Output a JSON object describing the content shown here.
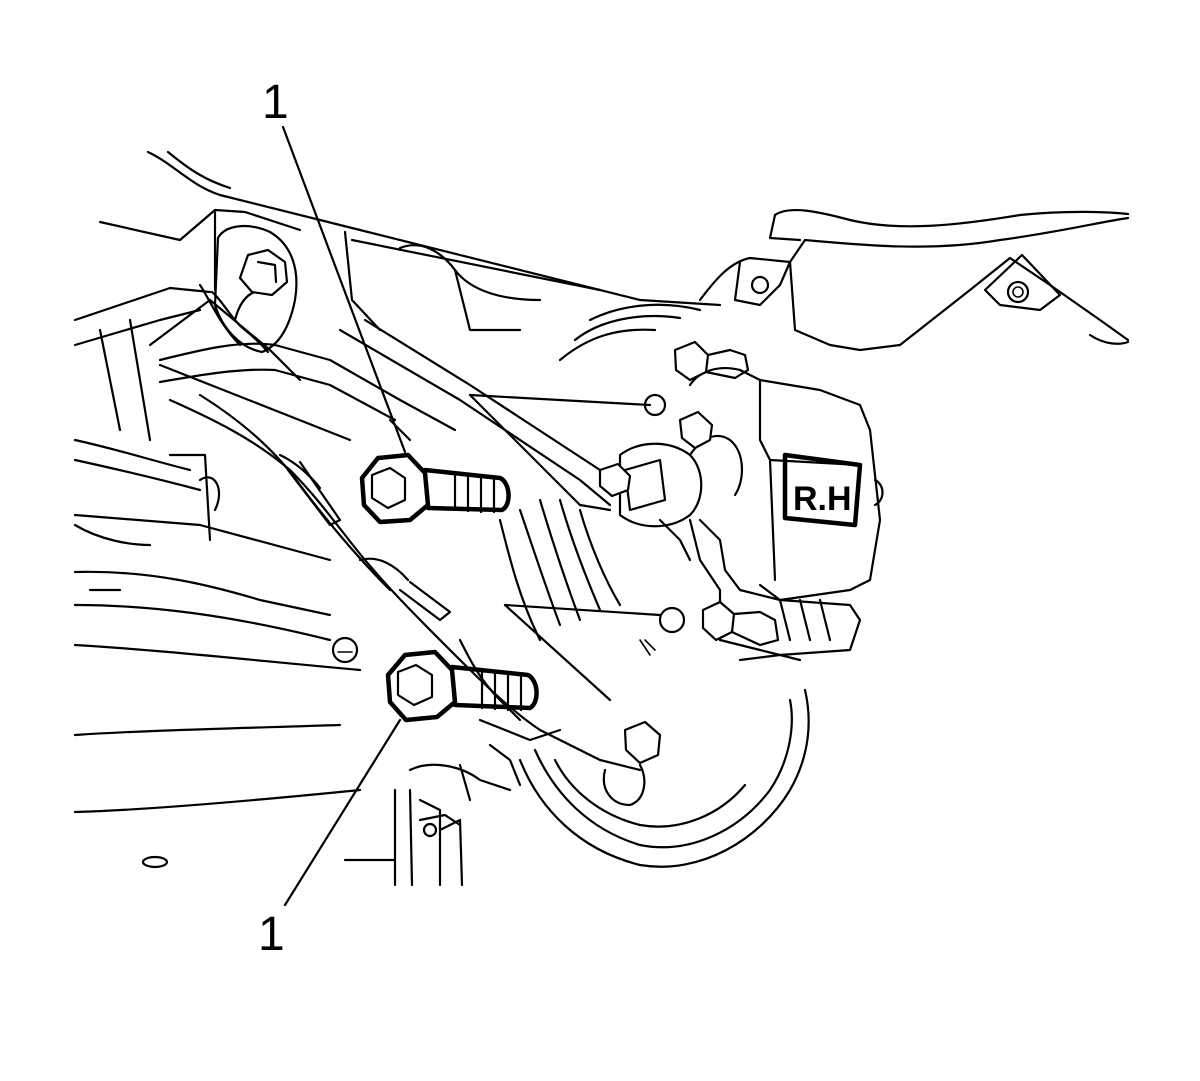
{
  "callouts": [
    {
      "id": "callout-top",
      "label": "1"
    },
    {
      "id": "callout-bottom",
      "label": "1"
    }
  ],
  "caliper_marking": "R.H"
}
